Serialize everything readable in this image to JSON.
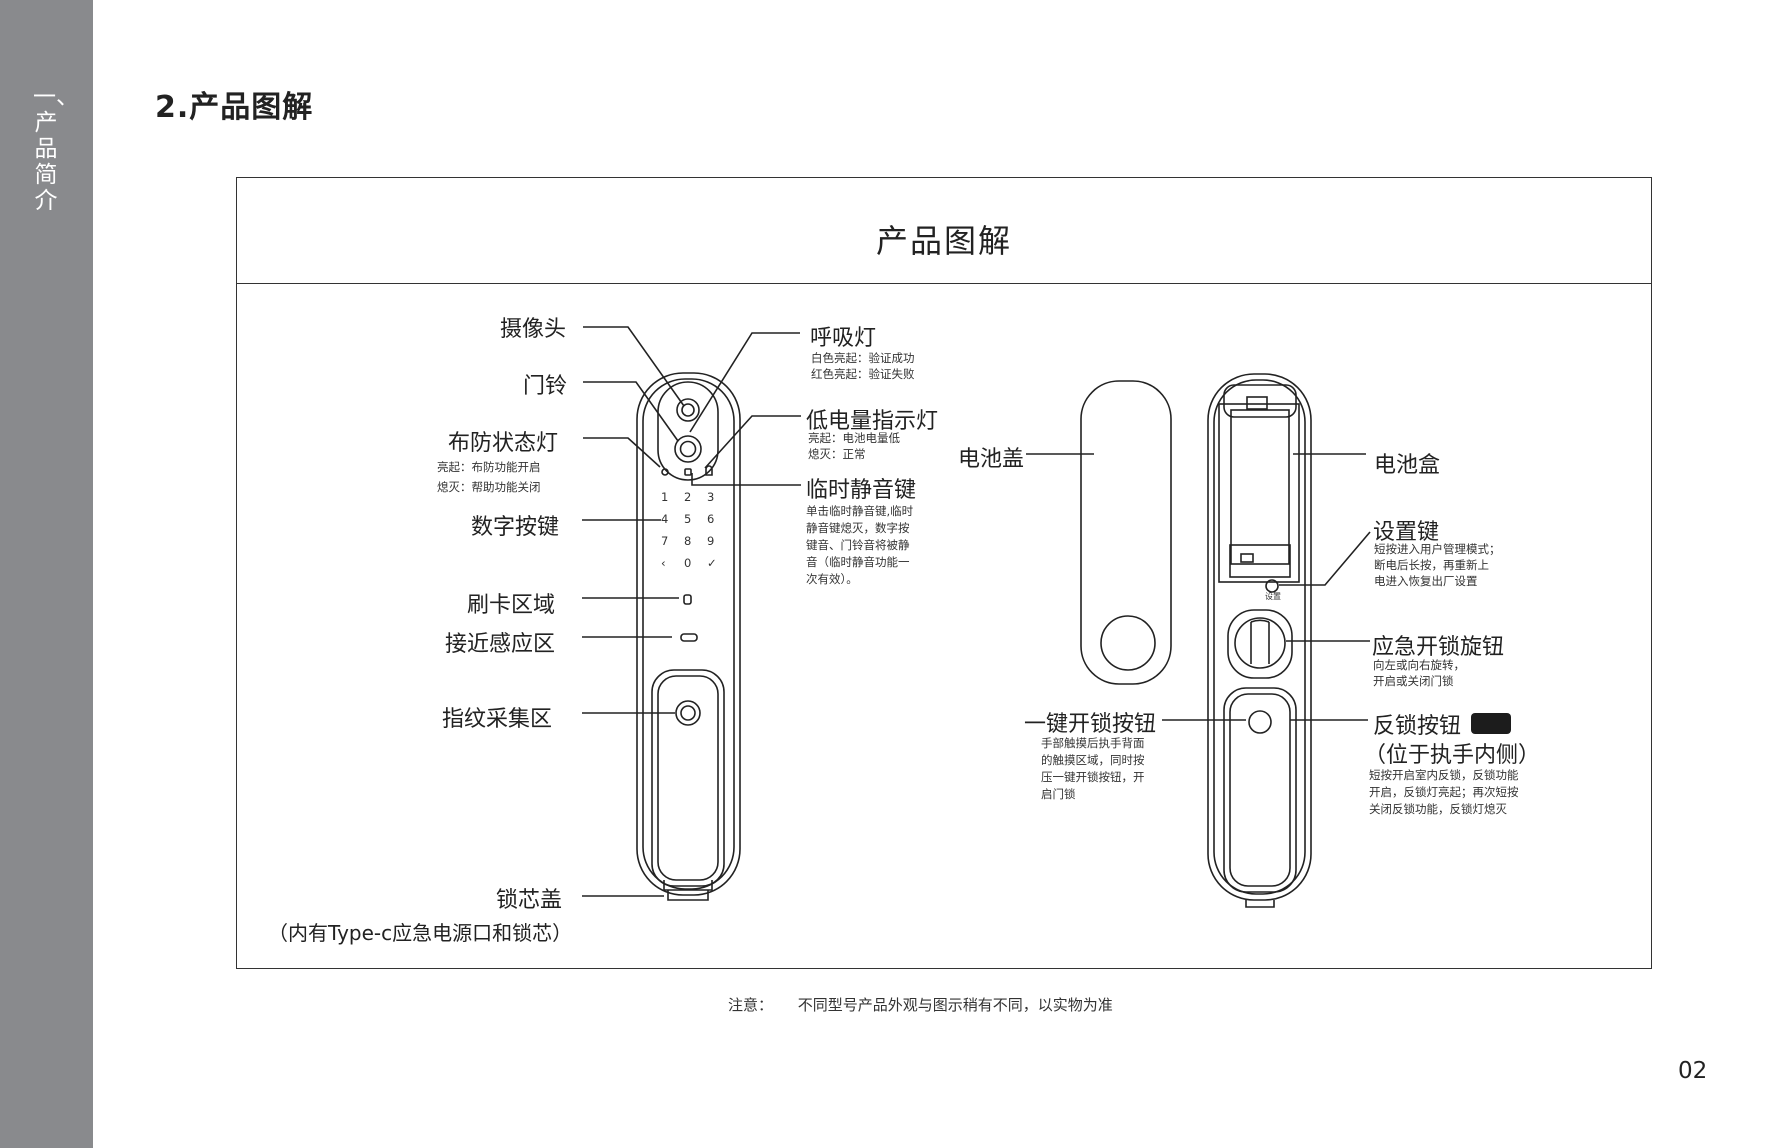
{
  "sidebar": {
    "section": "一、产品简介"
  },
  "page": {
    "section_title": "2.产品图解",
    "page_number": "02"
  },
  "diagram": {
    "title": "产品图解",
    "front": {
      "camera": "摄像头",
      "doorbell": "门铃",
      "arm_light": {
        "name": "布防状态灯",
        "desc": [
          "亮起：布防功能开启",
          "熄灭：帮助功能关闭"
        ]
      },
      "keypad": {
        "name": "数字按键",
        "keys": [
          "1",
          "2",
          "3",
          "4",
          "5",
          "6",
          "7",
          "8",
          "9",
          "‹",
          "0",
          "✓"
        ]
      },
      "card_area": "刷卡区域",
      "proximity": "接近感应区",
      "fingerprint": "指纹采集区",
      "core_cover": {
        "name": "锁芯盖",
        "desc": "（内有Type-c应急电源口和锁芯）"
      },
      "breath_light": {
        "name": "呼吸灯",
        "desc": [
          "白色亮起：验证成功",
          "红色亮起：验证失败"
        ]
      },
      "low_battery": {
        "name": "低电量指示灯",
        "desc": [
          "亮起：电池电量低",
          "熄灭：正常"
        ]
      },
      "mute_key": {
        "name": "临时静音键",
        "desc": [
          "单击临时静音键,临时",
          "静音键熄灭，数字按",
          "键音、门铃音将被静",
          "音（临时静音功能一",
          "次有效）。"
        ]
      }
    },
    "back": {
      "battery_cover": "电池盖",
      "battery_box": "电池盒",
      "settings_key": {
        "name": "设置键",
        "desc": [
          "短按进入用户管理模式；",
          "断电后长按，再重新上",
          "电进入恢复出厂设置"
        ],
        "tiny_label": "设置"
      },
      "emergency_knob": {
        "name": "应急开锁旋钮",
        "desc": [
          "向左或向右旋转，",
          "开启或关闭门锁"
        ]
      },
      "one_key_unlock": {
        "name": "一键开锁按钮",
        "desc": [
          "手部触摸后执手背面",
          "的触摸区域，同时按",
          "压一键开锁按钮，开",
          "启门锁"
        ]
      },
      "anti_lock": {
        "name": "反锁按钮",
        "location": "（位于执手内侧）",
        "desc": [
          "短按开启室内反锁，反锁功能",
          "开启，反锁灯亮起；再次短按",
          "关闭反锁功能，反锁灯熄灭"
        ]
      }
    }
  },
  "note": {
    "label": "注意：",
    "text": "不同型号产品外观与图示稍有不同，以实物为准"
  }
}
